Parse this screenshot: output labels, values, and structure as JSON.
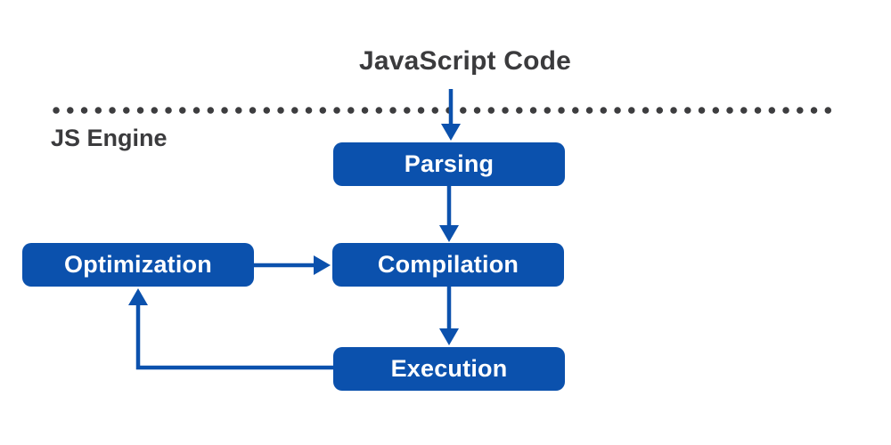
{
  "diagram": {
    "title": "JavaScript Code",
    "engine_label": "JS Engine",
    "type": "flowchart",
    "nodes": [
      {
        "id": "parsing",
        "label": "Parsing"
      },
      {
        "id": "compilation",
        "label": "Compilation"
      },
      {
        "id": "execution",
        "label": "Execution"
      },
      {
        "id": "optimization",
        "label": "Optimization"
      }
    ],
    "edges": [
      {
        "from": "javascript-code",
        "to": "parsing",
        "style": "straight-down-arrow"
      },
      {
        "from": "parsing",
        "to": "compilation",
        "style": "straight-down-arrow"
      },
      {
        "from": "compilation",
        "to": "execution",
        "style": "straight-down-arrow"
      },
      {
        "from": "optimization",
        "to": "compilation",
        "style": "straight-right-arrow"
      },
      {
        "from": "execution",
        "to": "optimization",
        "style": "elbow-left-then-up-arrow"
      }
    ],
    "separator": "dotted-line"
  },
  "colors": {
    "box_blue": "#0b51ad",
    "arrow_blue": "#0b51ad",
    "text_dark": "#3b3b3d",
    "dot_gray": "#3d3d3f",
    "box_text": "#ffffff",
    "background": "#ffffff"
  }
}
